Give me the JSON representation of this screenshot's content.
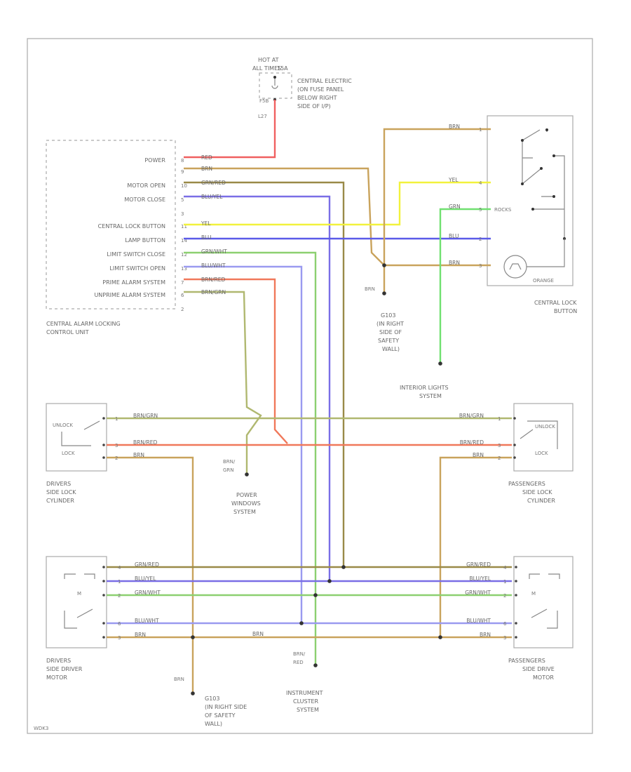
{
  "colors": {
    "RED": "#f06060",
    "BRN": "#c9a35c",
    "GRN/RED": "#9a8a48",
    "BLU/YEL": "#7a6ee6",
    "YEL": "#f2f23c",
    "BLU": "#5a5ae8",
    "GRN/WHT": "#8cd070",
    "BLU/WHT": "#9a9af0",
    "BRN/RED": "#f0785a",
    "BRN/GRN": "#b0b870",
    "GRN": "#70e070"
  },
  "top": {
    "hot_at": "HOT AT",
    "all_times": "ALL TIMES",
    "fuse": "15A",
    "fuse_panel": [
      "CENTRAL ELECTRIC",
      "(ON FUSE PANEL",
      "BELOW RIGHT",
      "SIDE OF I/P)"
    ],
    "fuse_id": "F5B",
    "wire_num": "L27"
  },
  "control_unit": {
    "name": [
      "CENTRAL ALARM LOCKING",
      "CONTROL UNIT"
    ],
    "pins": [
      {
        "label": "POWER",
        "pin": "8",
        "wire": "RED"
      },
      {
        "label": "",
        "pin": "9",
        "wire": "BRN"
      },
      {
        "label": "MOTOR OPEN",
        "pin": "10",
        "wire": "GRN/RED"
      },
      {
        "label": "MOTOR CLOSE",
        "pin": "5",
        "wire": "BLU/YEL"
      },
      {
        "label": "",
        "pin": "3",
        "wire": ""
      },
      {
        "label": "CENTRAL LOCK BUTTON",
        "pin": "11",
        "wire": "YEL"
      },
      {
        "label": "LAMP BUTTON",
        "pin": "14",
        "wire": "BLU"
      },
      {
        "label": "LIMIT SWITCH CLOSE",
        "pin": "12",
        "wire": "GRN/WHT"
      },
      {
        "label": "LIMIT SWITCH OPEN",
        "pin": "13",
        "wire": "BLU/WHT"
      },
      {
        "label": "PRIME ALARM SYSTEM",
        "pin": "7",
        "wire": "BRN/RED"
      },
      {
        "label": "UNPRIME ALARM SYSTEM",
        "pin": "6",
        "wire": "BRN/GRN"
      },
      {
        "label": "",
        "pin": "2",
        "wire": ""
      }
    ]
  },
  "central_lock_button": {
    "name": [
      "CENTRAL LOCK",
      "BUTTON"
    ],
    "pins": [
      {
        "pin": "1",
        "wire": "BRN"
      },
      {
        "pin": "4",
        "wire": "YEL"
      },
      {
        "pin": "5",
        "wire": "GRN"
      },
      {
        "pin": "2",
        "wire": "BLU"
      },
      {
        "pin": "3",
        "wire": "BRN"
      }
    ],
    "lamp_label": "ROCKS",
    "bulb_label": "ORANGE"
  },
  "grounds": {
    "g103": [
      "G103",
      "(IN RIGHT",
      "SIDE OF",
      "SAFETY",
      "WALL)"
    ],
    "g103_brn": "BRN",
    "g103b": [
      "G103",
      "(IN RIGHT SIDE",
      "OF SAFETY",
      "WALL)"
    ],
    "g103b_brn": "BRN"
  },
  "interior_lights": [
    "INTERIOR LIGHTS",
    "SYSTEM"
  ],
  "power_windows": {
    "name": [
      "POWER",
      "WINDOWS",
      "SYSTEM"
    ],
    "wire": [
      "BRN/",
      "GRN"
    ]
  },
  "instrument_cluster": {
    "name": [
      "INSTRUMENT",
      "CLUSTER",
      "SYSTEM"
    ],
    "wire": [
      "BRN/",
      "RED"
    ]
  },
  "driver_lock_cyl": {
    "name": [
      "DRIVERS",
      "SIDE LOCK",
      "CYLINDER"
    ],
    "unlock": "UNLOCK",
    "lock": "LOCK",
    "pins": [
      {
        "pin": "1",
        "wire": "BRN/GRN"
      },
      {
        "pin": "3",
        "wire": "BRN/RED"
      },
      {
        "pin": "2",
        "wire": "BRN"
      }
    ]
  },
  "pass_lock_cyl": {
    "name": [
      "PASSENGERS",
      "SIDE LOCK",
      "CYLINDER"
    ],
    "unlock": "UNLOCK",
    "lock": "LOCK",
    "pins": [
      {
        "pin": "1",
        "wire": "BRN/GRN"
      },
      {
        "pin": "3",
        "wire": "BRN/RED"
      },
      {
        "pin": "2",
        "wire": "BRN"
      }
    ]
  },
  "driver_motor": {
    "name": [
      "DRIVERS",
      "SIDE DRIVER",
      "MOTOR"
    ],
    "motor": "M",
    "pins": [
      {
        "pin": "4",
        "wire": "GRN/RED"
      },
      {
        "pin": "1",
        "wire": "BLU/YEL"
      },
      {
        "pin": "2",
        "wire": "GRN/WHT"
      },
      {
        "pin": "6",
        "wire": "BLU/WHT"
      },
      {
        "pin": "3",
        "wire": "BRN"
      }
    ],
    "mid_brn": "BRN"
  },
  "pass_motor": {
    "name": [
      "PASSENGERS",
      "SIDE DRIVE",
      "MOTOR"
    ],
    "motor": "M",
    "pins": [
      {
        "pin": "4",
        "wire": "GRN/RED"
      },
      {
        "pin": "1",
        "wire": "BLU/YEL"
      },
      {
        "pin": "2",
        "wire": "GRN/WHT"
      },
      {
        "pin": "6",
        "wire": "BLU/WHT"
      },
      {
        "pin": "3",
        "wire": "BRN"
      }
    ]
  },
  "page_id": "WDK3"
}
